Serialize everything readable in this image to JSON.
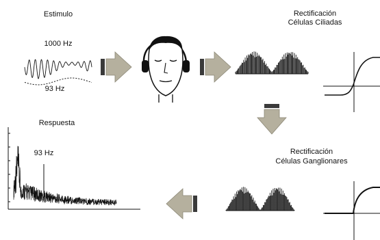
{
  "labels": {
    "stimulus_title": "Estimulo",
    "stimulus_high_freq": "1000 Hz",
    "stimulus_low_freq": "93 Hz",
    "hair_cells_line1": "Rectificación",
    "hair_cells_line2": "Células Ciliadas",
    "ganglion_line1": "Rectificación",
    "ganglion_line2": "Células Ganglionares",
    "response_title": "Respuesta",
    "response_peak_label": "93 Hz"
  },
  "colors": {
    "arrow_fill": "#b5b09e",
    "arrow_dark": "#3a3a3a",
    "ink": "#111111"
  },
  "icons": [
    "head-with-headphones-icon",
    "arrow-right-icon",
    "arrow-down-icon",
    "arrow-left-icon"
  ]
}
